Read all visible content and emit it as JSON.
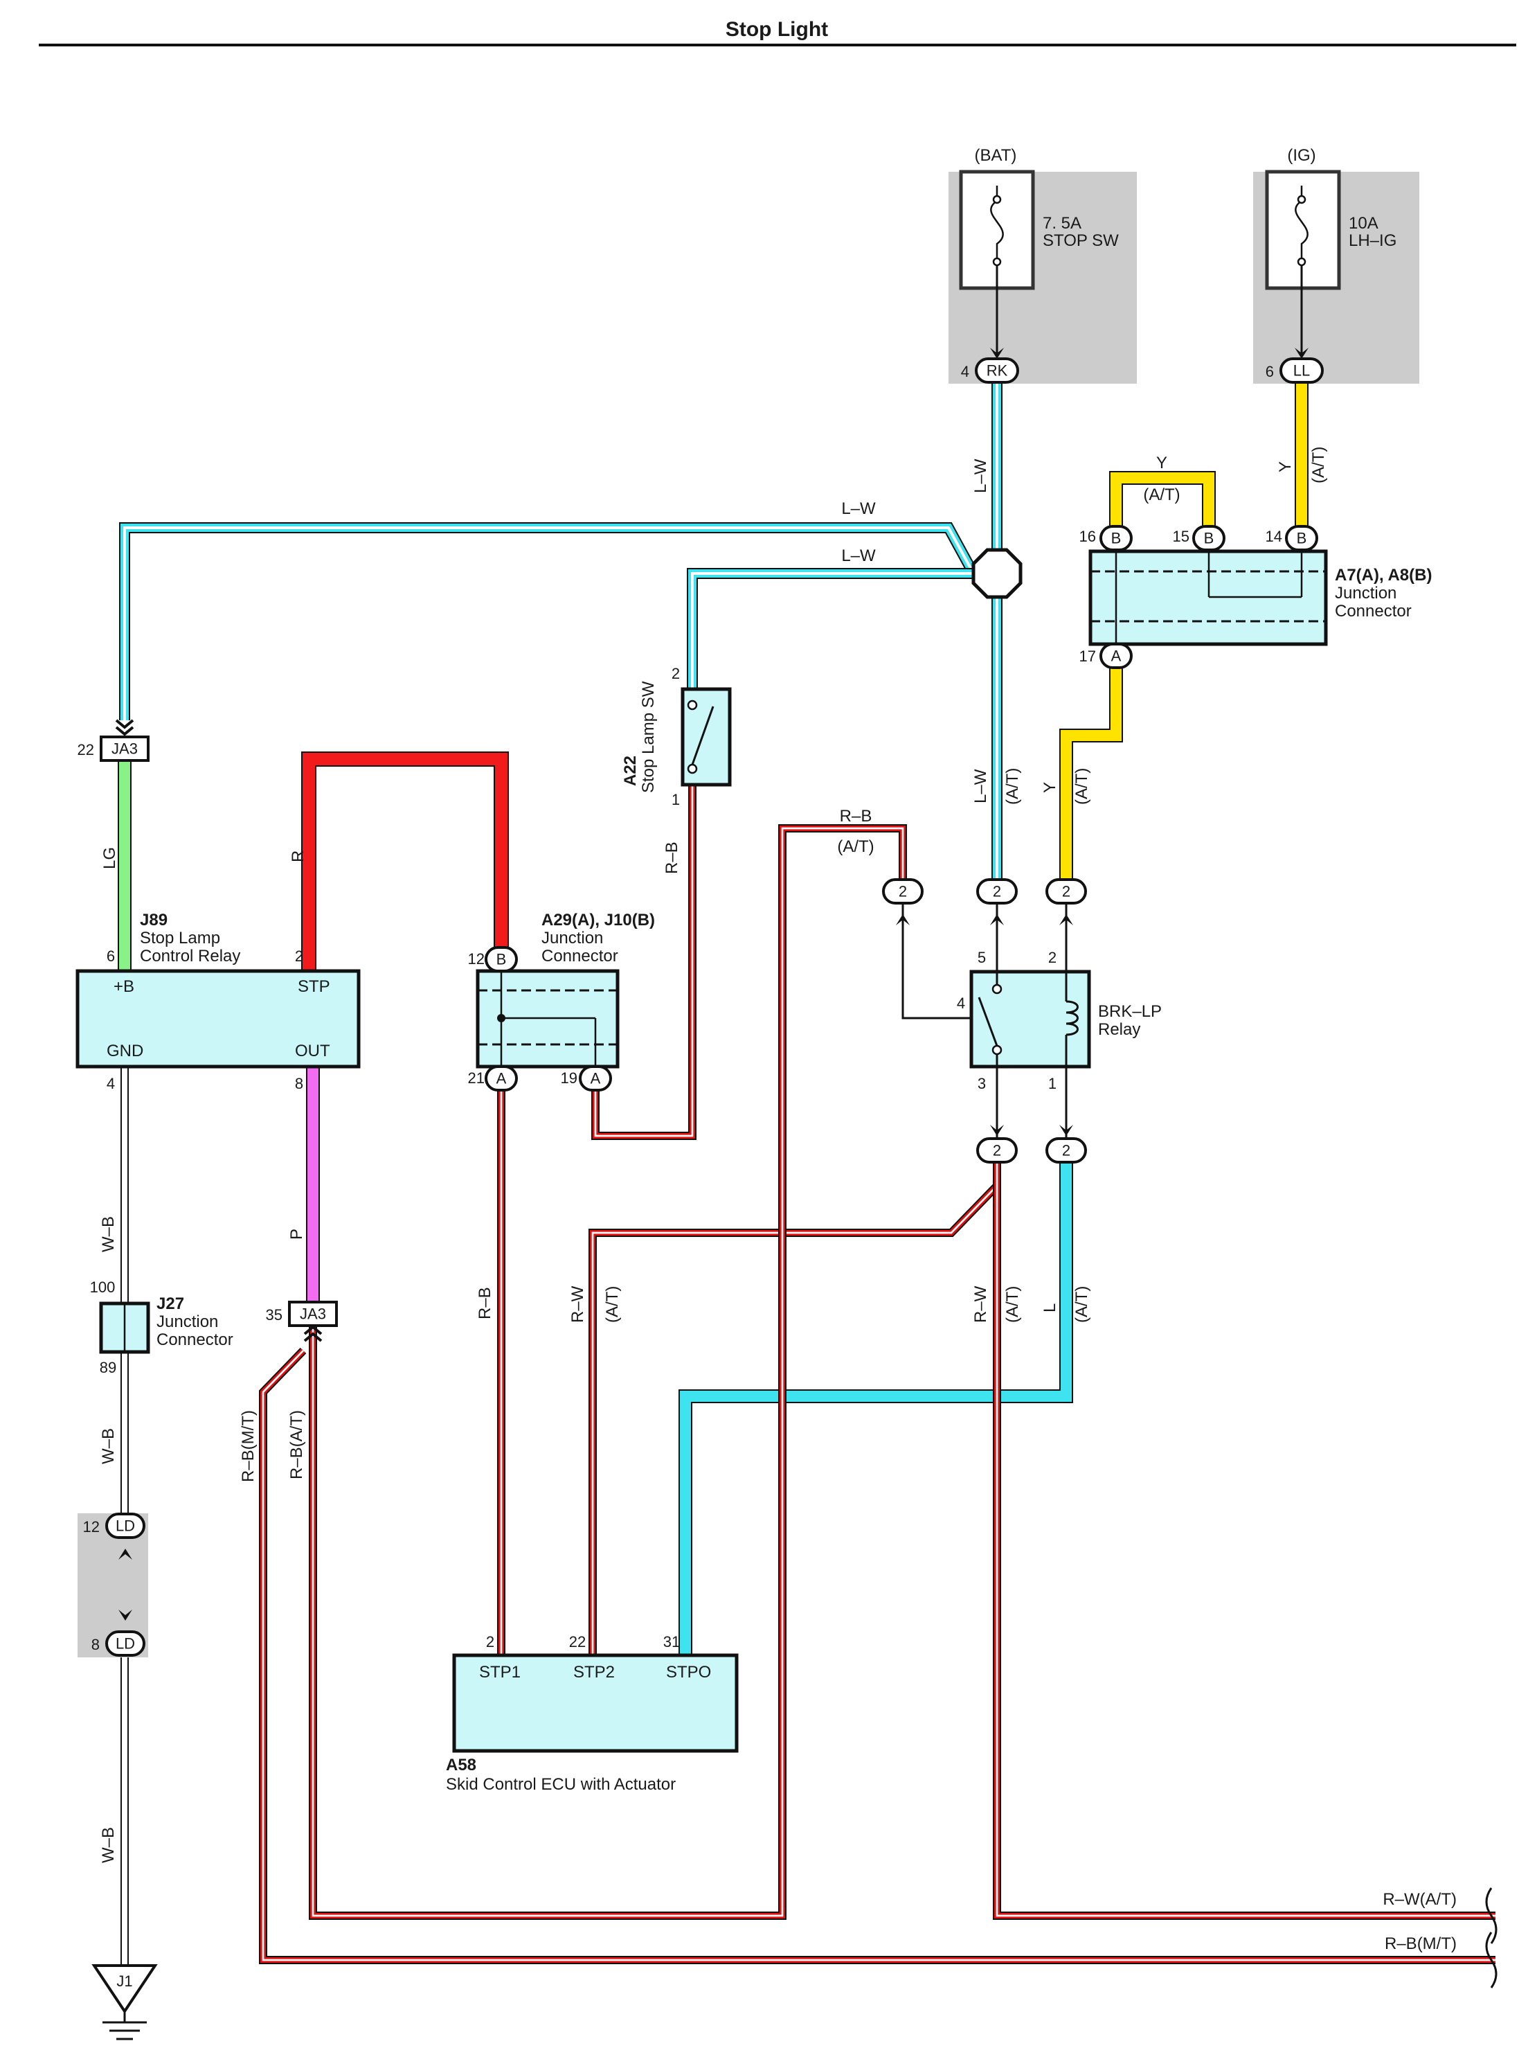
{
  "title": "Stop Light",
  "colors": {
    "L-W": "#3fe3f0",
    "L": "#3fe3f0",
    "Y": "#ffe300",
    "LG": "#88f288",
    "R": "#f21b1b",
    "P": "#f06cf0",
    "R-B": "#e31010",
    "R-W": "#e31010",
    "W-B": "#ffffff",
    "component_fill": "#ccf7f8",
    "shade": "#cccccc"
  },
  "fuses": {
    "bat": {
      "supply": "(BAT)",
      "rating": "7. 5A",
      "name": "STOP SW",
      "pin": "4",
      "connector": "RK"
    },
    "ig": {
      "supply": "(IG)",
      "rating": "10A",
      "name": "LH–IG",
      "pin": "6",
      "connector": "LL"
    }
  },
  "components": {
    "j89": {
      "code": "J89",
      "name_line1": "Stop Lamp",
      "name_line2": "Control Relay",
      "term_b": "+B",
      "term_stp": "STP",
      "term_gnd": "GND",
      "term_out": "OUT",
      "pin_b": "6",
      "pin_stp": "2",
      "pin_gnd": "4",
      "pin_out": "8"
    },
    "a29": {
      "code": "A29(A), J10(B)",
      "name_line1": "Junction",
      "name_line2": "Connector",
      "pin_top": "12",
      "pin_top_conn": "B",
      "pin_left": "21",
      "pin_left_conn": "A",
      "pin_right": "19",
      "pin_right_conn": "A"
    },
    "a22": {
      "code": "A22",
      "name": "Stop Lamp SW",
      "pin_top": "2",
      "pin_bottom": "1"
    },
    "a7": {
      "code": "A7(A), A8(B)",
      "name_line1": "Junction",
      "name_line2": "Connector",
      "pin16": "16",
      "pin15": "15",
      "pin14": "14",
      "pin17": "17",
      "conn_b": "B",
      "conn_a": "A"
    },
    "brk": {
      "name_line1": "BRK–LP",
      "name_line2": "Relay",
      "pin5": "5",
      "pin2": "2",
      "pin4": "4",
      "pin3": "3",
      "pin1": "1"
    },
    "j27": {
      "code": "J27",
      "name_line1": "Junction",
      "name_line2": "Connector",
      "pin_top": "100",
      "pin_bottom": "89"
    },
    "a58": {
      "code": "A58",
      "name": "Skid Control ECU with Actuator",
      "term1": "STP1",
      "term2": "STP2",
      "term3": "STPO",
      "pin1": "2",
      "pin2": "22",
      "pin3": "31"
    },
    "ja3_top": {
      "pin": "22",
      "conn": "JA3"
    },
    "ja3_bottom": {
      "pin": "35",
      "conn": "JA3"
    },
    "ld_top": {
      "pin": "12",
      "conn": "LD"
    },
    "ld_bottom": {
      "pin": "8",
      "conn": "LD"
    },
    "j1": {
      "code": "J1"
    },
    "relay_conn": {
      "label": "2"
    }
  },
  "wire_labels": {
    "lw_top": "L–W",
    "lw_mid": "L–W",
    "lw_vert_top": "L–W",
    "lw_vert_mid": "L–W",
    "at": "(A/T)",
    "y_top": "Y",
    "y_right": "Y",
    "y_vert": "Y",
    "lg": "LG",
    "r": "R",
    "rb_switch": "R–B",
    "rb_top": "R–B",
    "p": "P",
    "wb1": "W–B",
    "wb2": "W–B",
    "wb3": "W–B",
    "rb_a58": "R–B",
    "rw_a58": "R–W",
    "rw_right": "R–W",
    "l_right": "L",
    "rb_mt": "R–B(M/T)",
    "rb_at": "R–B(A/T)",
    "out_rw": "R–W(A/T)",
    "out_rb": "R–B(M/T)"
  }
}
